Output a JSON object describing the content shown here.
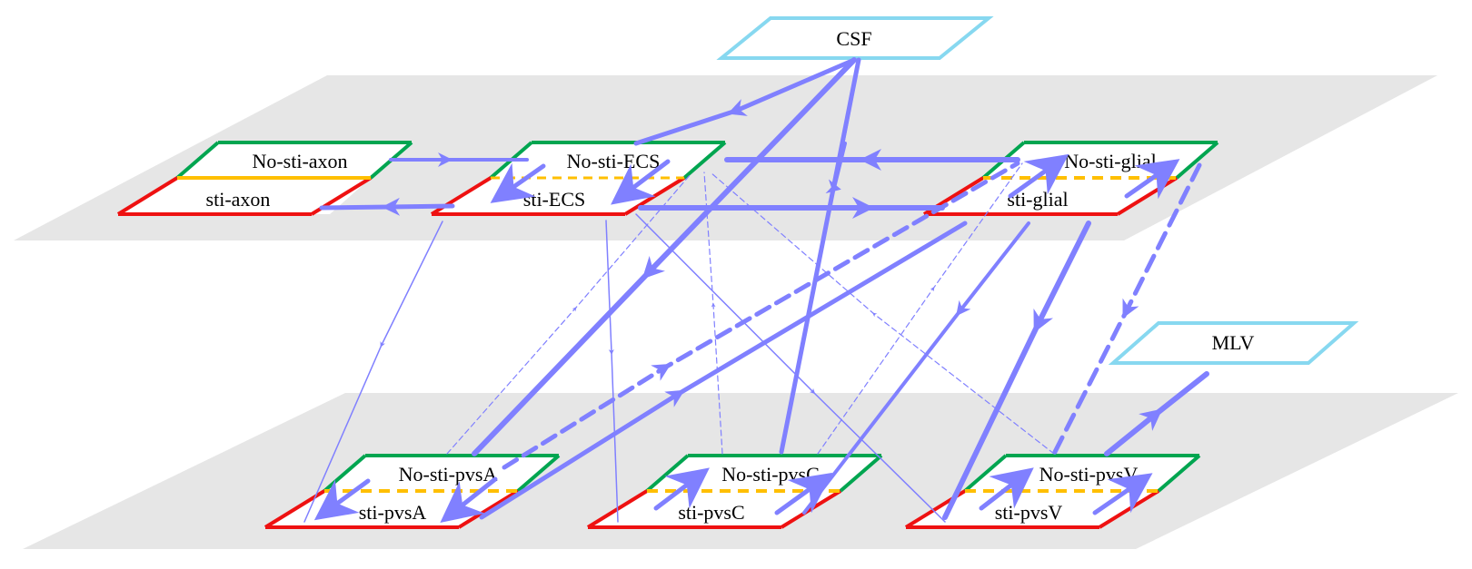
{
  "compartments": {
    "csf": "CSF",
    "mlv": "MLV",
    "no_sti_axon": "No-sti-axon",
    "sti_axon": "sti-axon",
    "no_sti_ecs": "No-sti-ECS",
    "sti_ecs": "sti-ECS",
    "no_sti_glial": "No-sti-glial",
    "sti_glial": "sti-glial",
    "no_sti_pvsa": "No-sti-pvsA",
    "sti_pvsa": "sti-pvsA",
    "no_sti_pvsc": "No-sti-pvsC",
    "sti_pvsc": "sti-pvsC",
    "no_sti_pvsv": "No-sti-pvsV",
    "sti_pvsv": "sti-pvsV"
  },
  "colors": {
    "no_sti_edge": "#00a550",
    "sti_edge": "#ee1111",
    "divider": "#ffbf00",
    "external_node": "#87d8f0",
    "flow": "#8080ff",
    "plane": "#e6e6e6"
  }
}
